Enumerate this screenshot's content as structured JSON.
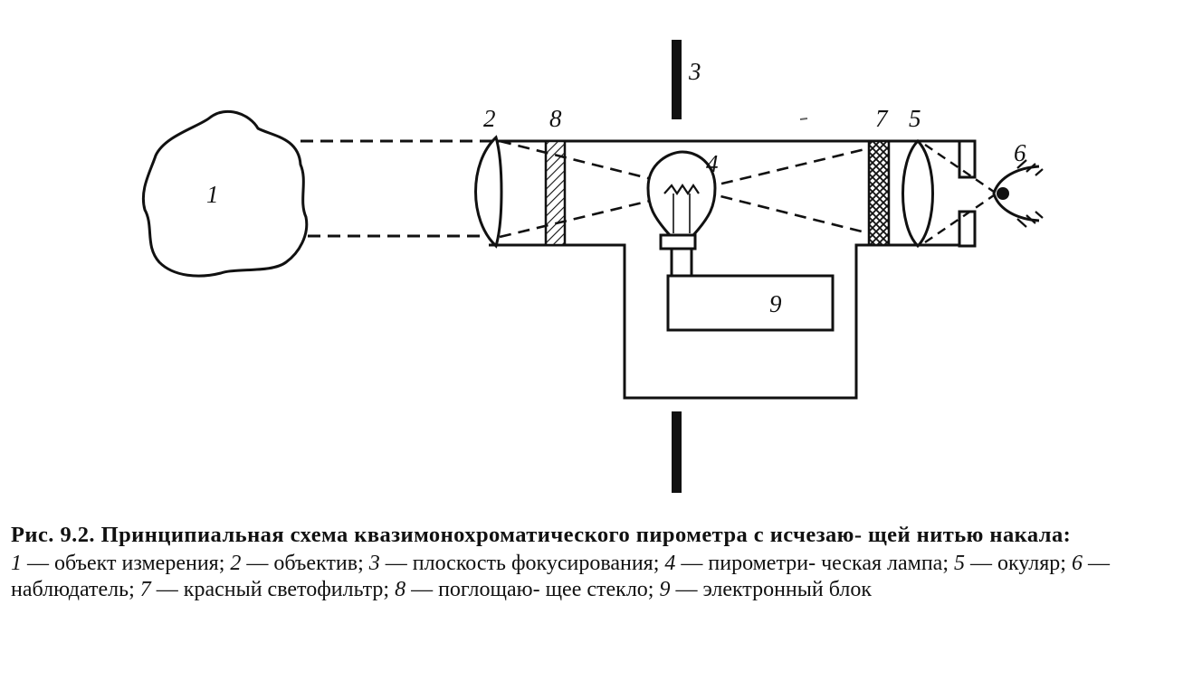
{
  "diagram": {
    "labels": {
      "object": "1",
      "objective": "2",
      "focus_plane": "3",
      "lamp": "4",
      "eyepiece": "5",
      "observer": "6",
      "red_filter": "7",
      "absorbing_glass": "8",
      "electronic_block": "9"
    }
  },
  "caption": {
    "title": "Рис. 9.2. Принципиальная схема квазимонохроматического пирометра с исчезаю- щей нитью накала:",
    "legend": [
      {
        "num": "1",
        "text": " — объект измерения; "
      },
      {
        "num": "2",
        "text": " — объектив; "
      },
      {
        "num": "3",
        "text": " — плоскость фокусирования; "
      },
      {
        "num": "4",
        "text": " — пирометри- ческая лампа; "
      },
      {
        "num": "5",
        "text": " — окуляр; "
      },
      {
        "num": "6",
        "text": " — наблюдатель; "
      },
      {
        "num": "7",
        "text": " — красный светофильтр; "
      },
      {
        "num": "8",
        "text": " — поглощаю- щее стекло; "
      },
      {
        "num": "9",
        "text": " — электронный блок"
      }
    ]
  }
}
